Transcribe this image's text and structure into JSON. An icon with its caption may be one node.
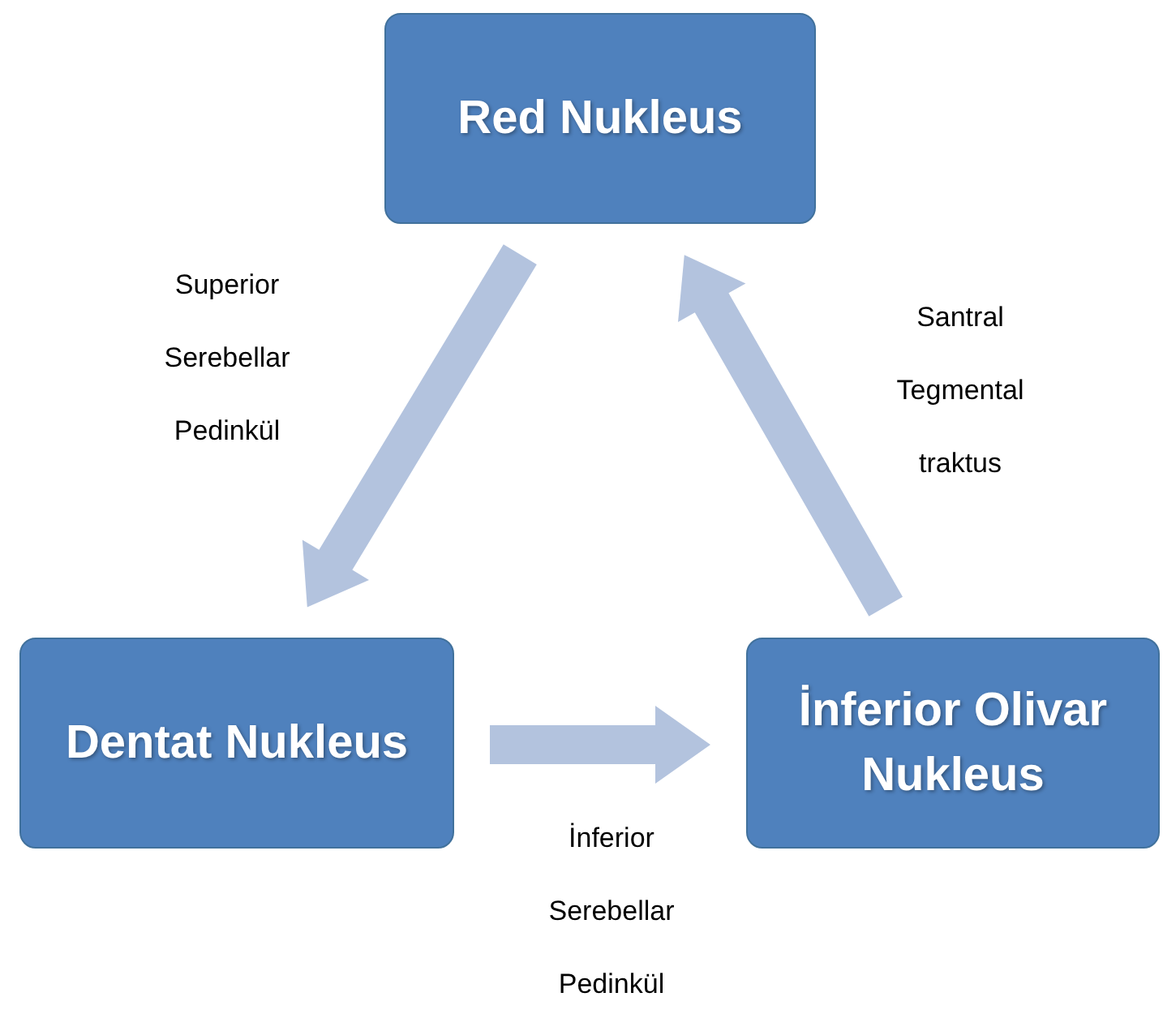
{
  "diagram": {
    "nodes": [
      {
        "text": [
          "Red Nukleus"
        ]
      },
      {
        "text": [
          "Dentat Nukleus"
        ]
      },
      {
        "text": [
          "İnferior Olivar Nukleus"
        ]
      }
    ],
    "edges": [
      {
        "from": 0,
        "to": 1,
        "arrow": "to",
        "label": "Superior Serebellar Pedinkül"
      },
      {
        "from": 1,
        "to": 2,
        "arrow": "to",
        "label": "İnferior Serebellar Pedinkül"
      },
      {
        "from": 2,
        "to": 0,
        "arrow": "to",
        "label": "Santral Tegmental traktus"
      }
    ]
  }
}
